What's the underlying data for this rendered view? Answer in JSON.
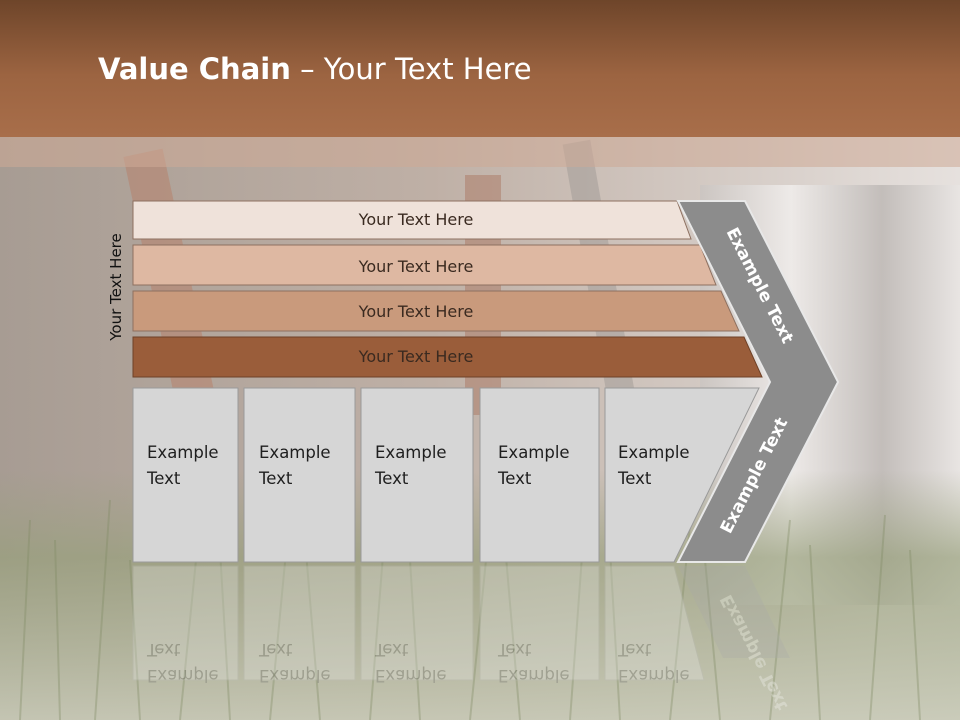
{
  "title": {
    "bold": "Value Chain",
    "rest": " – Your Text Here"
  },
  "side_label": "Your Text Here",
  "bars": [
    {
      "label": "Your Text Here",
      "color": "#efe2da"
    },
    {
      "label": "Your Text Here",
      "color": "#deb8a2"
    },
    {
      "label": "Your Text Here",
      "color": "#c99a7c"
    },
    {
      "label": "Your Text Here",
      "color": "#9a5d3a"
    }
  ],
  "boxes": [
    {
      "line1": "Example",
      "line2": "Text"
    },
    {
      "line1": "Example",
      "line2": "Text"
    },
    {
      "line1": "Example",
      "line2": "Text"
    },
    {
      "line1": "Example",
      "line2": "Text"
    },
    {
      "line1": "Example",
      "line2": "Text"
    }
  ],
  "arrow": {
    "upper_text": "Example Text",
    "lower_text": "Example Text",
    "color": "#8c8c8c"
  },
  "colors": {
    "header": "#9c6441",
    "box_fill": "#d6d6d6"
  }
}
